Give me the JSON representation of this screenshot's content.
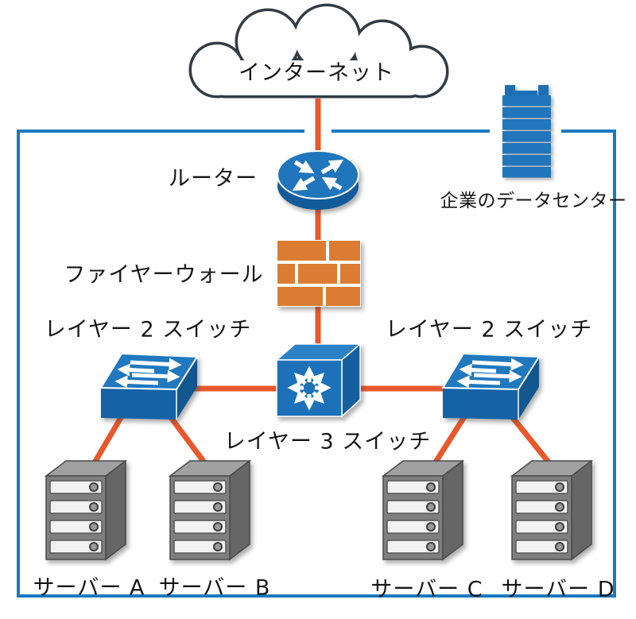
{
  "nodes": {
    "internet": {
      "label": "インターネット"
    },
    "router": {
      "label": "ルーター"
    },
    "firewall": {
      "label": "ファイヤーウォール"
    },
    "l2_switch_left": {
      "label": "レイヤー 2 スイッチ"
    },
    "l2_switch_right": {
      "label": "レイヤー 2 スイッチ"
    },
    "l3_switch": {
      "label": "レイヤー 3 スイッチ"
    },
    "server_a": {
      "label": "サーバー A"
    },
    "server_b": {
      "label": "サーバー B"
    },
    "server_c": {
      "label": "サーバー C"
    },
    "server_d": {
      "label": "サーバー D"
    }
  },
  "boundary": {
    "label": "企業のデータセンター"
  },
  "links": [
    {
      "from": "internet",
      "to": "router"
    },
    {
      "from": "router",
      "to": "firewall"
    },
    {
      "from": "firewall",
      "to": "l3_switch"
    },
    {
      "from": "l3_switch",
      "to": "l2_switch_left"
    },
    {
      "from": "l3_switch",
      "to": "l2_switch_right"
    },
    {
      "from": "l2_switch_left",
      "to": "server_a"
    },
    {
      "from": "l2_switch_left",
      "to": "server_b"
    },
    {
      "from": "l2_switch_right",
      "to": "server_c"
    },
    {
      "from": "l2_switch_right",
      "to": "server_d"
    }
  ],
  "colors": {
    "link_orange": "#E9582C",
    "device_blue": "#1D71B8",
    "firewall_orange": "#DB7C32",
    "boundary_blue": "#1A79C0",
    "cloud_outline": "#333C46",
    "server_gray": "#7F7F7F"
  }
}
